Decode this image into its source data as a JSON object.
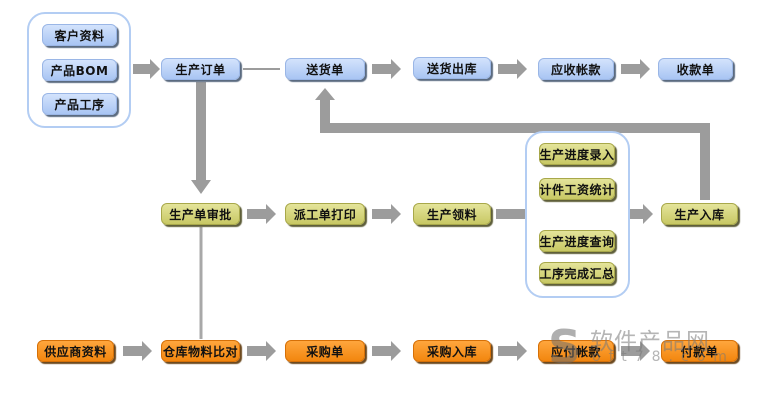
{
  "diagram": {
    "groups": {
      "master_data": [
        "客户资料",
        "产品BOM",
        "产品工序"
      ],
      "production_tracking": [
        "生产进度录入",
        "计件工资统计",
        "生产进度查询",
        "工序完成汇总"
      ]
    },
    "sales_flow": {
      "production_order": "生产订单",
      "delivery_note": "送货单",
      "delivery_out": "送货出库",
      "receivables": "应收帐款",
      "receipt": "收款单"
    },
    "production_flow": {
      "order_approval": "生产单审批",
      "dispatch_print": "派工单打印",
      "material_pick": "生产领料",
      "production_in": "生产入库"
    },
    "purchase_flow": {
      "supplier_data": "供应商资料",
      "stock_compare": "仓库物料比对",
      "purchase_order": "采购单",
      "purchase_in": "采购入库",
      "payables": "应付帐款",
      "payment": "付款单"
    },
    "colors": {
      "sales": "#a9c5f3",
      "production": "#c8c864",
      "purchase": "#f2860e",
      "arrow": "#9c9c9c",
      "group_border": "#b3cdf3"
    }
  },
  "watermark": {
    "logo": "S",
    "text": "软件产品网",
    "url": "oft78.com"
  }
}
